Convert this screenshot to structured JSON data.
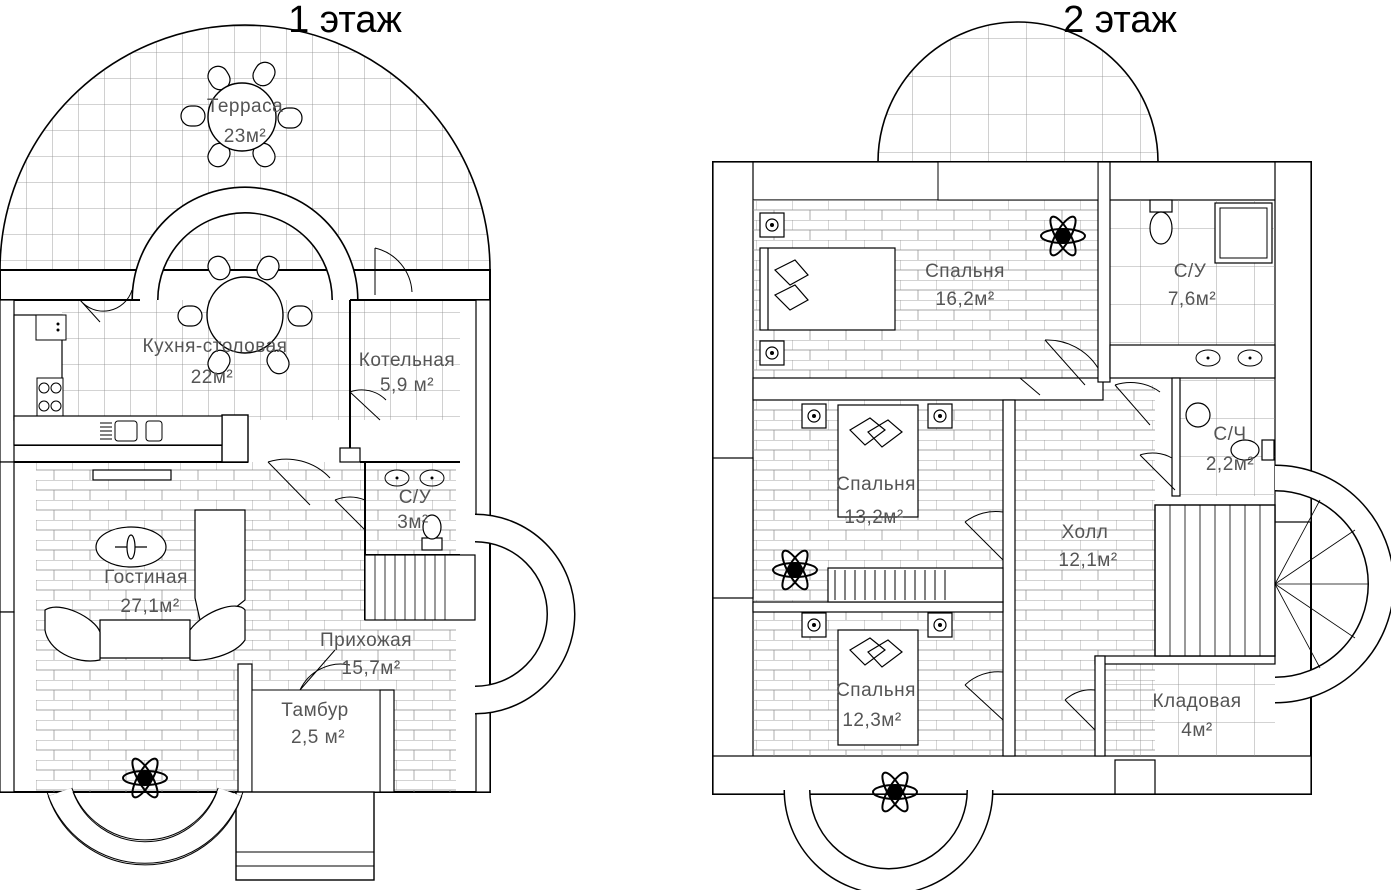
{
  "floors": [
    {
      "title": "1 этаж",
      "rooms": [
        {
          "name": "Терраса",
          "area": "23м²"
        },
        {
          "name": "Кухня-столовая",
          "area": "22м²"
        },
        {
          "name": "Котельная",
          "area": "5,9 м²"
        },
        {
          "name": "С/У",
          "area": "3м²"
        },
        {
          "name": "Гостиная",
          "area": "27,1м²"
        },
        {
          "name": "Прихожая",
          "area": "15,7м²"
        },
        {
          "name": "Тамбур",
          "area": "2,5 м²"
        }
      ]
    },
    {
      "title": "2 этаж",
      "rooms": [
        {
          "name": "Спальня",
          "area": "16,2м²"
        },
        {
          "name": "С/У",
          "area": "7,6м²"
        },
        {
          "name": "Спальня",
          "area": "13,2м²"
        },
        {
          "name": "С/Ч",
          "area": "2,2м²"
        },
        {
          "name": "Холл",
          "area": "12,1м²"
        },
        {
          "name": "Спальня",
          "area": "12,3м²"
        },
        {
          "name": "Кладовая",
          "area": "4м²"
        }
      ]
    }
  ]
}
